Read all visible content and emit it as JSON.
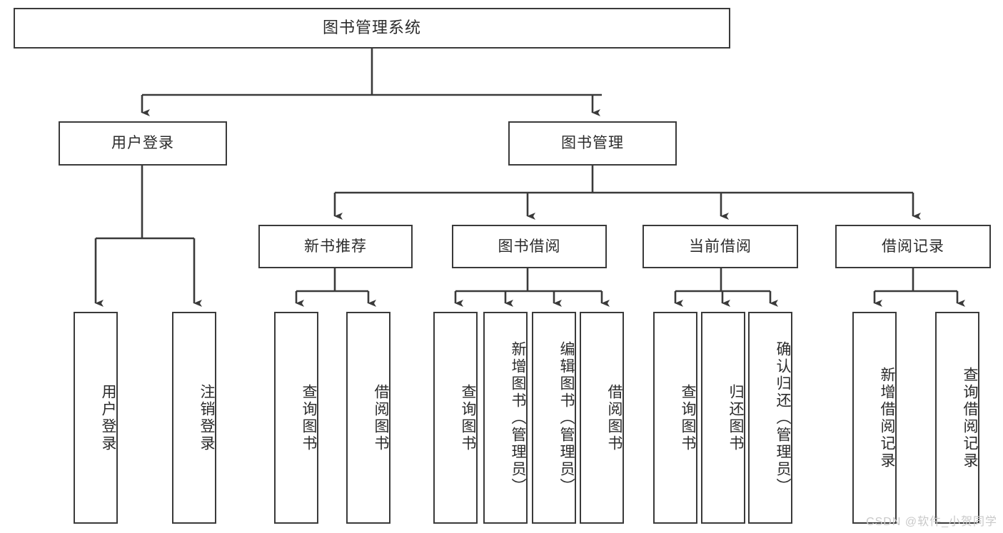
{
  "diagram": {
    "title": "图书管理系统",
    "type": "功能结构图",
    "root": {
      "id": "root",
      "label": "图书管理系统"
    },
    "level1": [
      {
        "id": "user-login",
        "label": "用户登录"
      },
      {
        "id": "book-manage",
        "label": "图书管理"
      }
    ],
    "level2": [
      {
        "id": "new-book-recommend",
        "label": "新书推荐",
        "parent": "book-manage"
      },
      {
        "id": "book-borrow",
        "label": "图书借阅",
        "parent": "book-manage"
      },
      {
        "id": "current-borrow",
        "label": "当前借阅",
        "parent": "book-manage"
      },
      {
        "id": "borrow-record",
        "label": "借阅记录",
        "parent": "book-manage"
      }
    ],
    "leaves": {
      "user_login": [
        {
          "id": "leaf-user-login",
          "label": "用户登录"
        },
        {
          "id": "leaf-user-logout",
          "label": "注销登录"
        }
      ],
      "new_book_recommend": [
        {
          "id": "leaf-query-book-1",
          "label": "查询图书"
        },
        {
          "id": "leaf-borrow-book-1",
          "label": "借阅图书"
        }
      ],
      "book_borrow": [
        {
          "id": "leaf-query-book-2",
          "label": "查询图书"
        },
        {
          "id": "leaf-add-book",
          "label": "新增图书（管理员）"
        },
        {
          "id": "leaf-edit-book",
          "label": "编辑图书（管理员）"
        },
        {
          "id": "leaf-borrow-book-2",
          "label": "借阅图书"
        }
      ],
      "current_borrow": [
        {
          "id": "leaf-query-book-3",
          "label": "查询图书"
        },
        {
          "id": "leaf-return-book",
          "label": "归还图书"
        },
        {
          "id": "leaf-confirm-return",
          "label": "确认归还（管理员）"
        }
      ],
      "borrow_record": [
        {
          "id": "leaf-add-record",
          "label": "新增借阅记录"
        },
        {
          "id": "leaf-query-record",
          "label": "查询借阅记录"
        }
      ]
    },
    "colors": {
      "box_border": "#3a3a3a",
      "box_fill": "#ffffff",
      "connector": "#3a3a3a",
      "text": "#2b2b2b",
      "watermark": "#c9c9c9"
    }
  },
  "watermark": {
    "text": "CSDN @软件_小贺同学"
  }
}
